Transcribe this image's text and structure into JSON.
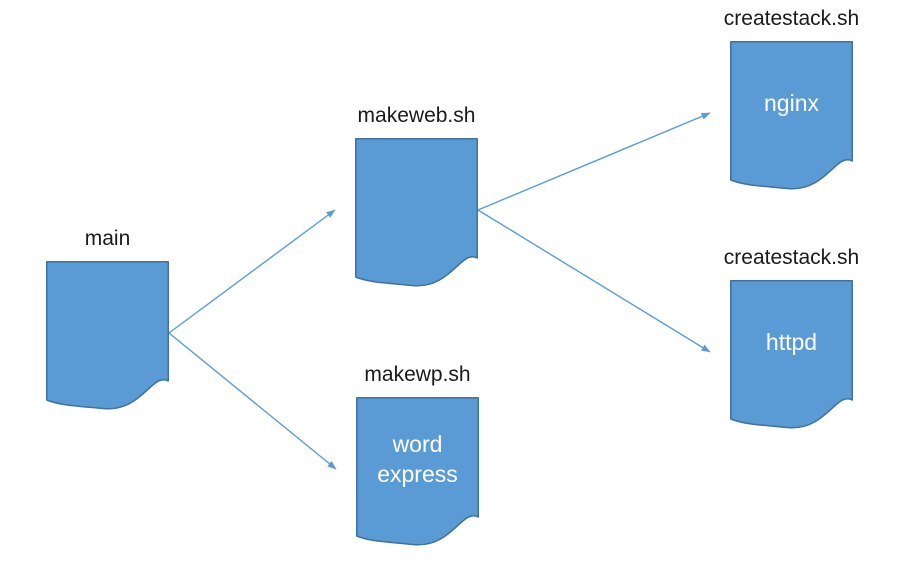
{
  "diagram": {
    "nodes": {
      "main": {
        "label": "main",
        "text": ""
      },
      "makeweb": {
        "label": "makeweb.sh",
        "text": ""
      },
      "makewp": {
        "label": "makewp.sh",
        "text": "word\nexpress"
      },
      "nginx": {
        "label": "createstack.sh",
        "text": "nginx"
      },
      "httpd": {
        "label": "createstack.sh",
        "text": "httpd"
      }
    },
    "edges": [
      {
        "from": "main",
        "to": "makeweb"
      },
      {
        "from": "main",
        "to": "makewp"
      },
      {
        "from": "makeweb",
        "to": "nginx"
      },
      {
        "from": "makeweb",
        "to": "httpd"
      }
    ],
    "colors": {
      "shape_fill": "#5B9BD5",
      "shape_border": "#41719C",
      "arrow": "#5B9BD5",
      "label_text": "#1a1a1a",
      "shape_text": "#FFFFFF"
    }
  }
}
